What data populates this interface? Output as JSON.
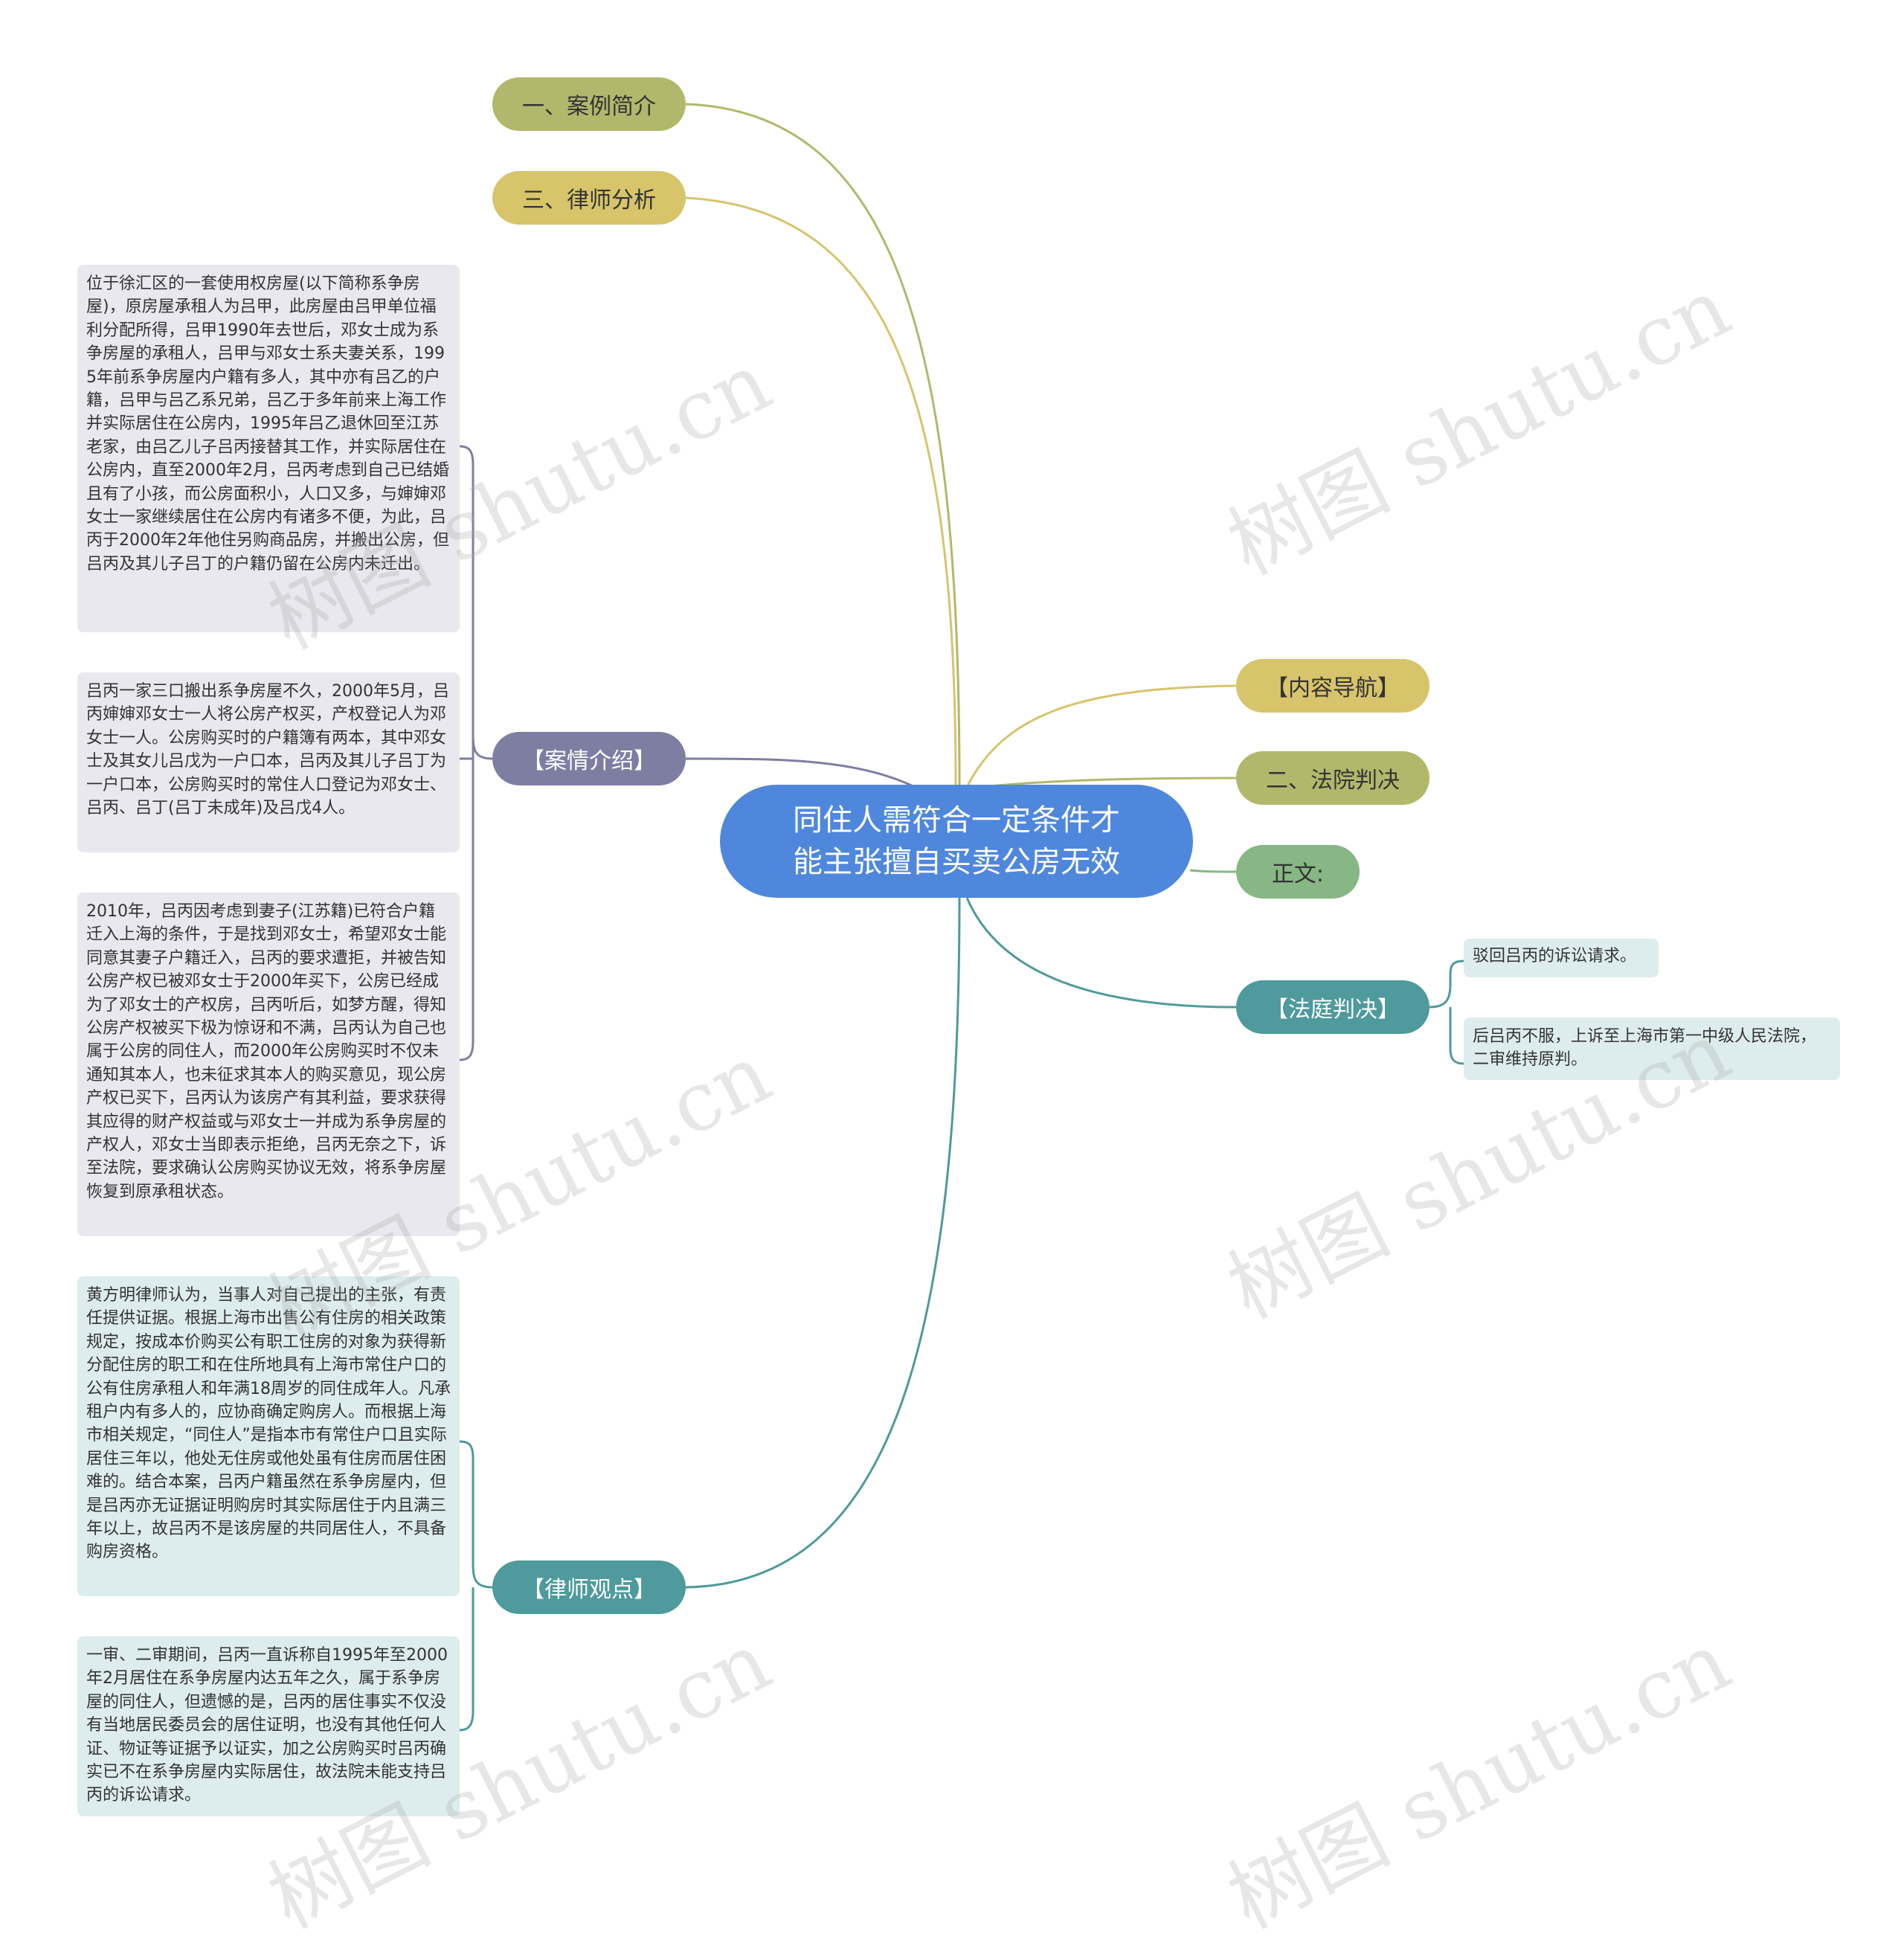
{
  "root": {
    "line1": "同住人需符合一定条件才",
    "line2": "能主张擅自买卖公房无效"
  },
  "branches": {
    "case_intro": "一、案例简介",
    "lawyer_analysis": "三、律师分析",
    "case_detail": "【案情介绍】",
    "lawyer_view": "【律师观点】",
    "content_nav": "【内容导航】",
    "court_ruling": "二、法院判决",
    "main_text": "正文:",
    "court_judgment": "【法庭判决】"
  },
  "case_detail_texts": [
    "位于徐汇区的一套使用权房屋(以下简称系争房屋)，原房屋承租人为吕甲，此房屋由吕甲单位福利分配所得，吕甲1990年去世后，邓女士成为系争房屋的承租人，吕甲与邓女士系夫妻关系，1995年前系争房屋内户籍有多人，其中亦有吕乙的户籍，吕甲与吕乙系兄弟，吕乙于多年前来上海工作并实际居住在公房内，1995年吕乙退休回至江苏老家，由吕乙儿子吕丙接替其工作，并实际居住在公房内，直至2000年2月，吕丙考虑到自己已结婚且有了小孩，而公房面积小，人口又多，与婶婶邓女士一家继续居住在公房内有诸多不便，为此，吕丙于2000年2年他住另购商品房，并搬出公房，但吕丙及其儿子吕丁的户籍仍留在公房内未迁出。",
    "吕丙一家三口搬出系争房屋不久，2000年5月，吕丙婶婶邓女士一人将公房产权买，产权登记人为邓女士一人。公房购买时的户籍簿有两本，其中邓女士及其女儿吕戊为一户口本，吕丙及其儿子吕丁为一户口本，公房购买时的常住人口登记为邓女士、吕丙、吕丁(吕丁未成年)及吕戊4人。",
    "2010年，吕丙因考虑到妻子(江苏籍)已符合户籍迁入上海的条件，于是找到邓女士，希望邓女士能同意其妻子户籍迁入，吕丙的要求遭拒，并被告知公房产权已被邓女士于2000年买下，公房已经成为了邓女士的产权房，吕丙听后，如梦方醒，得知公房产权被买下极为惊讶和不满，吕丙认为自己也属于公房的同住人，而2000年公房购买时不仅未通知其本人，也未征求其本人的购买意见，现公房产权已买下，吕丙认为该房产有其利益，要求获得其应得的财产权益或与邓女士一并成为系争房屋的产权人，邓女士当即表示拒绝，吕丙无奈之下，诉至法院，要求确认公房购买协议无效，将系争房屋恢复到原承租状态。"
  ],
  "lawyer_view_texts": [
    "黄方明律师认为，当事人对自己提出的主张，有责任提供证据。根据上海市出售公有住房的相关政策规定，按成本价购买公有职工住房的对象为获得新分配住房的职工和在住所地具有上海市常住户口的公有住房承租人和年满18周岁的同住成年人。凡承租户内有多人的，应协商确定购房人。而根据上海市相关规定，“同住人”是指本市有常住户口且实际居住三年以，他处无住房或他处虽有住房而居住困难的。结合本案，吕丙户籍虽然在系争房屋内，但是吕丙亦无证据证明购房时其实际居住于内且满三年以上，故吕丙不是该房屋的共同居住人，不具备购房资格。",
    "一审、二审期间，吕丙一直诉称自1995年至2000年2月居住在系争房屋内达五年之久，属于系争房屋的同住人，但遗憾的是，吕丙的居住事实不仅没有当地居民委员会的居住证明，也没有其他任何人证、物证等证据予以证实，加之公房购买时吕丙确实已不在系争房屋内实际居住，故法院未能支持吕丙的诉讼请求。"
  ],
  "judgment_texts": [
    "驳回吕丙的诉讼请求。",
    "后吕丙不服，上诉至上海市第一中级人民法院，二审维持原判。"
  ],
  "watermark": "树图 shutu.cn",
  "colors": {
    "root": "#4f87dd",
    "olive": "#b2b86b",
    "yellow": "#d7c46b",
    "purple": "#7e7ea3",
    "teal": "#4e9a9c",
    "green": "#86b784",
    "gray_box": "#e8e8ee",
    "teal_box": "#ddeced"
  }
}
